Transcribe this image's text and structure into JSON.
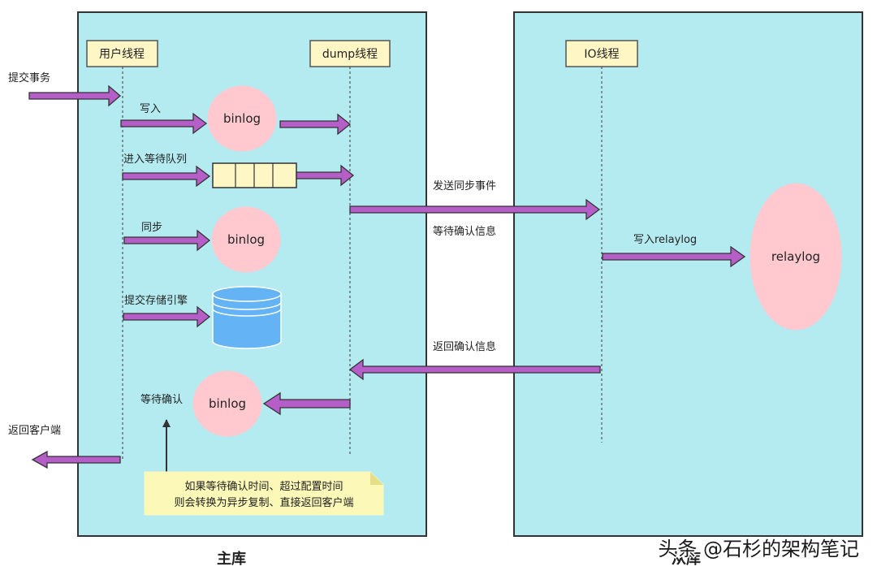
{
  "colors": {
    "panel": "#b3ebf0",
    "label_box": "#fff6c6",
    "arrow": "#b55ec7",
    "binlog": "#ffc9cf",
    "storage": "#63b3f5",
    "queue": "#fff6c6",
    "note": "#fcf8b8"
  },
  "master": {
    "caption": "主库",
    "user_thread_label": "用户线程",
    "dump_thread_label": "dump线程",
    "client_commit": "提交事务",
    "step_write": "写入",
    "binlog_write": "binlog",
    "step_queue": "进入等待队列",
    "step_sync": "同步",
    "binlog_sync": "binlog",
    "step_engine": "提交存储引擎",
    "step_wait_ack": "等待确认",
    "binlog_ack": "binlog",
    "return_client": "返回客户端",
    "note_line1": "如果等待确认时间、超过配置时间",
    "note_line2": "则会转换为异步复制、直接返回客户端"
  },
  "slave": {
    "caption": "从库",
    "io_thread_label": "IO线程",
    "step_write_relay": "写入relaylog",
    "relaylog": "relaylog"
  },
  "messages": {
    "send_sync_event": "发送同步事件",
    "wait_ack_info": "等待确认信息",
    "return_ack_info": "返回确认信息"
  },
  "watermark": "头条 @石杉的架构笔记"
}
